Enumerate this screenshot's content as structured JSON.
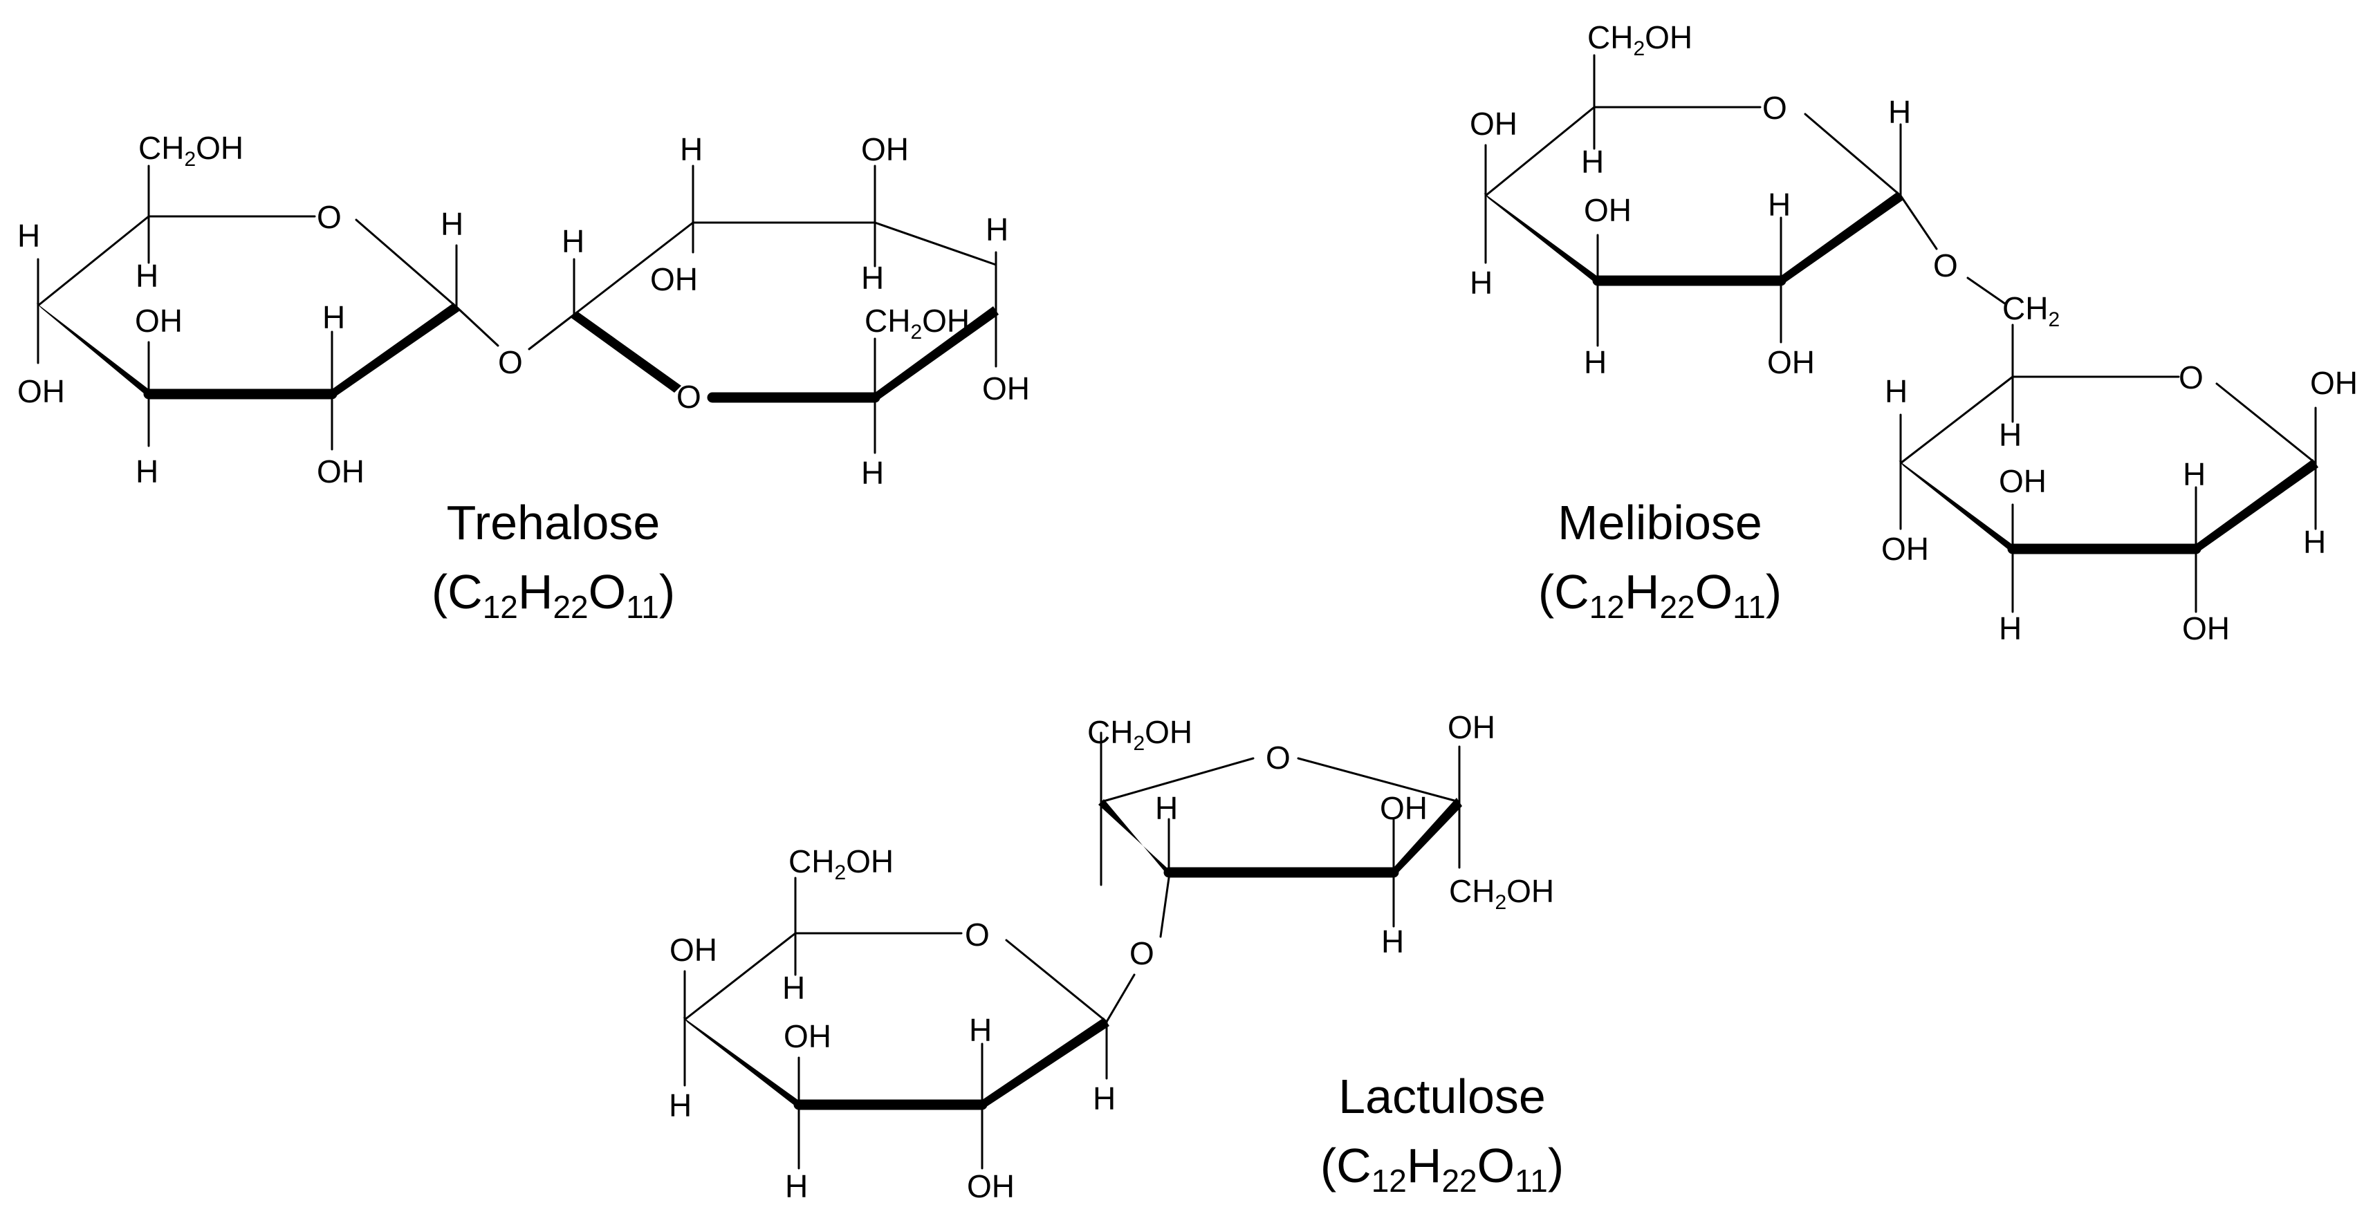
{
  "molecules": [
    {
      "name": "Trehalose",
      "formula": {
        "open": "(C",
        "n1": "12",
        "h": "H",
        "n2": "22",
        "o": "O",
        "n3": "11",
        "close": ")"
      }
    },
    {
      "name": "Melibiose",
      "formula": {
        "open": "(C",
        "n1": "12",
        "h": "H",
        "n2": "22",
        "o": "O",
        "n3": "11",
        "close": ")"
      }
    },
    {
      "name": "Lactulose",
      "formula": {
        "open": "(C",
        "n1": "12",
        "h": "H",
        "n2": "22",
        "o": "O",
        "n3": "11",
        "close": ")"
      }
    }
  ],
  "atoms": {
    "O": "O",
    "OH": "OH",
    "H": "H",
    "CH2OH": {
      "a": "CH",
      "sub": "2",
      "b": "OH"
    },
    "CH2": {
      "a": "CH",
      "sub": "2"
    }
  }
}
